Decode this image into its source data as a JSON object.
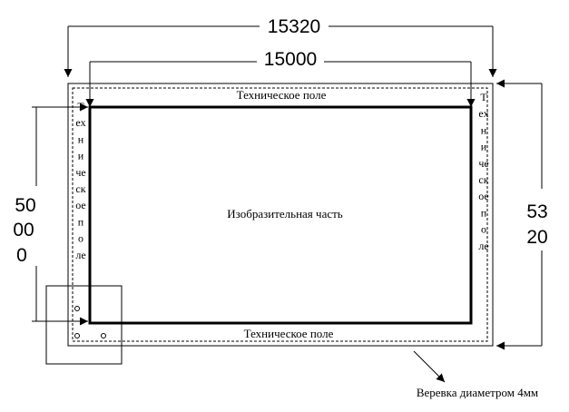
{
  "dimensions": {
    "outer_width": "15320",
    "inner_width": "15000",
    "inner_height_lines": [
      "50",
      "00",
      "0"
    ],
    "outer_height_lines": [
      "53",
      "20"
    ]
  },
  "labels": {
    "top_field": "Техническое поле",
    "bottom_field": "Техническое поле",
    "image_area": "Изобразительная часть",
    "side_field_chars": [
      "Т",
      "ех",
      "н",
      "и",
      "че",
      "ск",
      "ое",
      "п",
      "о",
      "ле"
    ],
    "rope_note": "Веревка диаметром 4мм"
  }
}
